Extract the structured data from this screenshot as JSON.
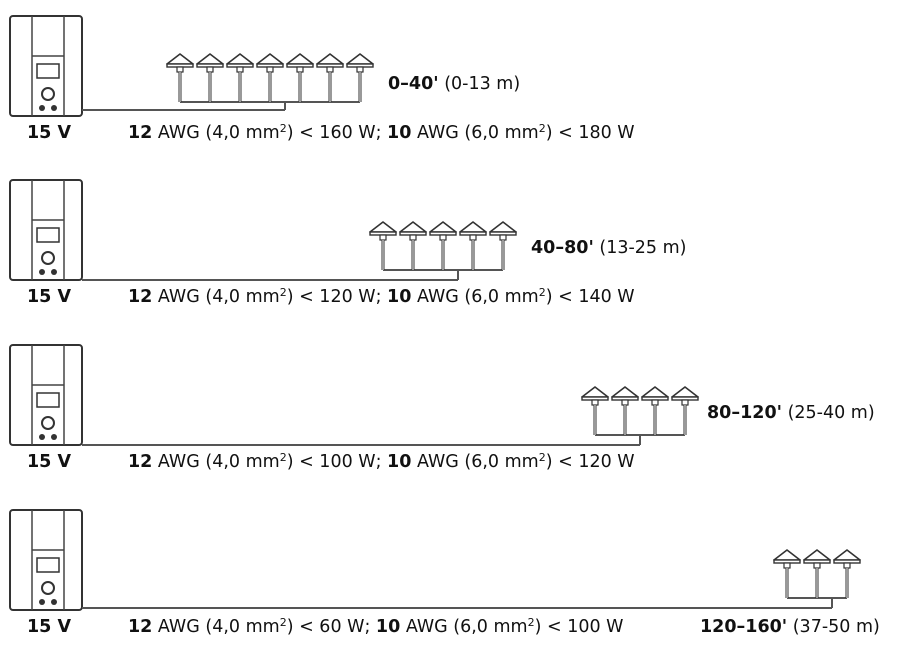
{
  "rows": [
    {
      "voltage": "15 V",
      "awg12": "12",
      "awg12_rest": " AWG (4,0 mm",
      "awg12_tail": ") < 160 W; ",
      "awg10": "10",
      "awg10_rest": " AWG (6,0 mm",
      "awg10_tail": ") < 180 W",
      "sup": "2",
      "distance": "0–40'",
      "distance_m": " (0-13 m)",
      "lamp_count": 7
    },
    {
      "voltage": "15 V",
      "awg12": "12",
      "awg12_rest": " AWG (4,0 mm",
      "awg12_tail": ") < 120 W; ",
      "awg10": "10",
      "awg10_rest": " AWG (6,0 mm",
      "awg10_tail": ") < 140 W",
      "sup": "2",
      "distance": "40–80'",
      "distance_m": " (13-25 m)",
      "lamp_count": 5
    },
    {
      "voltage": "15 V",
      "awg12": "12",
      "awg12_rest": " AWG (4,0 mm",
      "awg12_tail": ") < 100 W; ",
      "awg10": "10",
      "awg10_rest": " AWG (6,0 mm",
      "awg10_tail": ") < 120 W",
      "sup": "2",
      "distance": "80–120'",
      "distance_m": " (25-40 m)",
      "lamp_count": 4
    },
    {
      "voltage": "15 V",
      "awg12": "12",
      "awg12_rest": " AWG (4,0 mm",
      "awg12_tail": ") < 60 W; ",
      "awg10": "10",
      "awg10_rest": " AWG (6,0 mm",
      "awg10_tail": ") < 100 W",
      "sup": "2",
      "distance": "120–160'",
      "distance_m": " (37-50 m)",
      "lamp_count": 3
    }
  ],
  "colors": {
    "line": "#555555",
    "fill": "#ffffff",
    "text": "#111111"
  },
  "icons": {
    "transformer": "transformer-icon",
    "lamp": "path-light-icon"
  }
}
